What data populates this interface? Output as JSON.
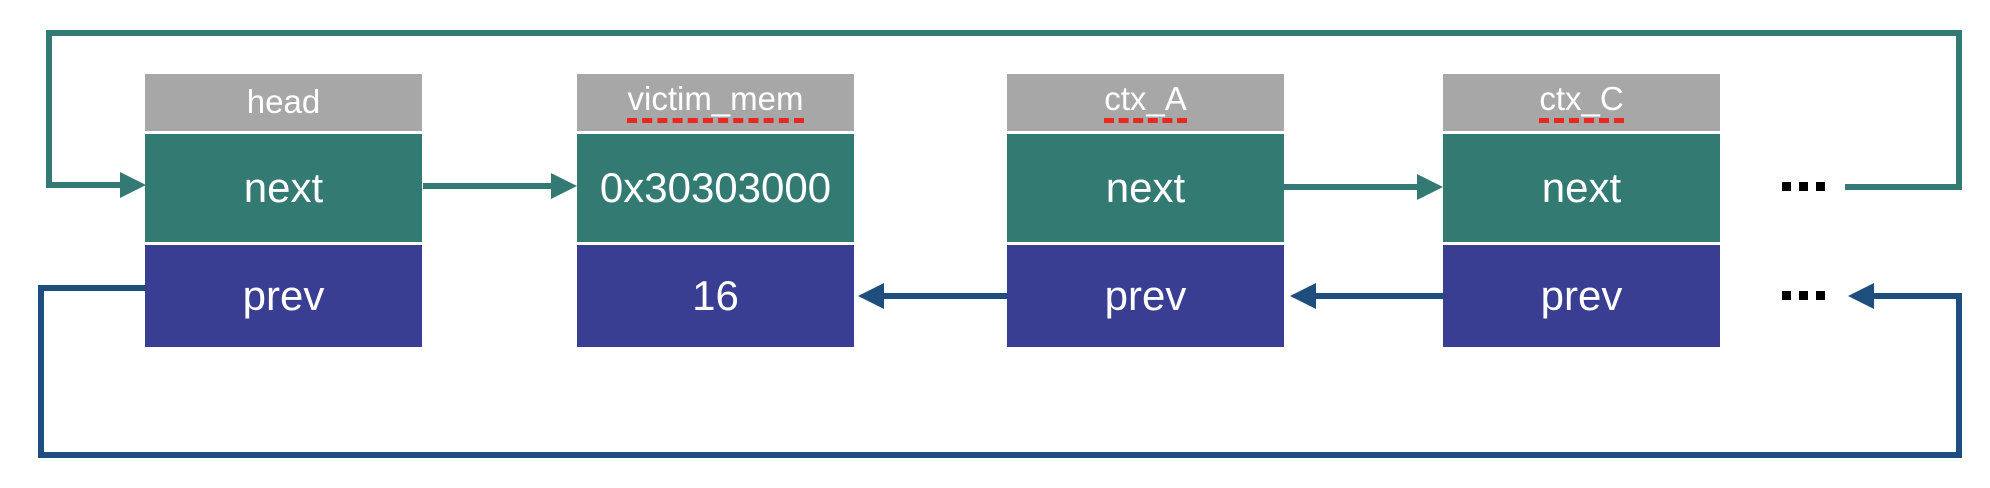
{
  "diagram": {
    "description": "circular doubly-linked list with corrupted victim node",
    "colors": {
      "header_gray": "#a7a7a7",
      "next_cell_teal": "#337a73",
      "prev_cell_indigo": "#3a3e92",
      "next_arrow_teal": "#347a74",
      "prev_arrow_blue": "#1d4e7e",
      "misspell_underline_red": "#e8281e",
      "cell_text_white": "#ffffff",
      "ellipsis_black": "#000000"
    },
    "nodes": [
      {
        "id": "head",
        "header": "head",
        "next": "next",
        "prev": "prev"
      },
      {
        "id": "victim_mem",
        "header": "victim_mem",
        "next": "0x30303000",
        "prev": "16"
      },
      {
        "id": "ctx_A",
        "header": "ctx_A",
        "next": "next",
        "prev": "prev"
      },
      {
        "id": "ctx_C",
        "header": "ctx_C",
        "next": "next",
        "prev": "prev"
      }
    ],
    "ellipsis": {
      "next_row": "...",
      "prev_row": "..."
    }
  }
}
